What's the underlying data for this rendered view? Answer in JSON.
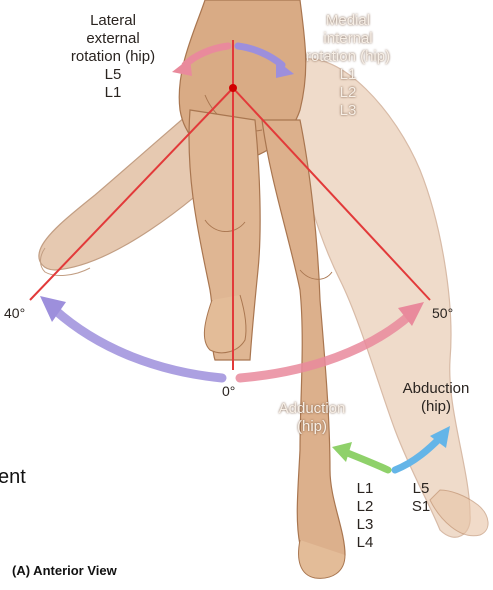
{
  "labels": {
    "lateral": {
      "line1": "Lateral",
      "line2": "external",
      "line3": "rotation (hip)",
      "line4": "L5",
      "line5": "L1"
    },
    "medial": {
      "line1": "Medial",
      "line2": "internal",
      "line3": "rotation (hip)",
      "line4": "L1",
      "line5": "L2",
      "line6": "L3"
    },
    "angle_left": "40°",
    "angle_right": "50°",
    "angle_zero": "0°",
    "adduction": {
      "line1": "Adduction",
      "line2": "(hip)",
      "line3": "L1",
      "line4": "L2",
      "line5": "L3",
      "line6": "L4"
    },
    "abduction": {
      "line1": "Abduction",
      "line2": "(hip)",
      "line3": "L5",
      "line4": "S1"
    },
    "partial_text": "ent",
    "caption": "(A) Anterior View"
  },
  "colors": {
    "skin": "#d9b08c",
    "skin_shadow": "#b98560",
    "skin_light": "#ecd0b4",
    "red_line": "#e23a3a",
    "pink_arrow": "#e98a9c",
    "purple_arrow": "#9d8fdc",
    "green_arrow": "#8fd16a",
    "blue_arrow": "#64b5e8",
    "pivot": "#d10000"
  }
}
